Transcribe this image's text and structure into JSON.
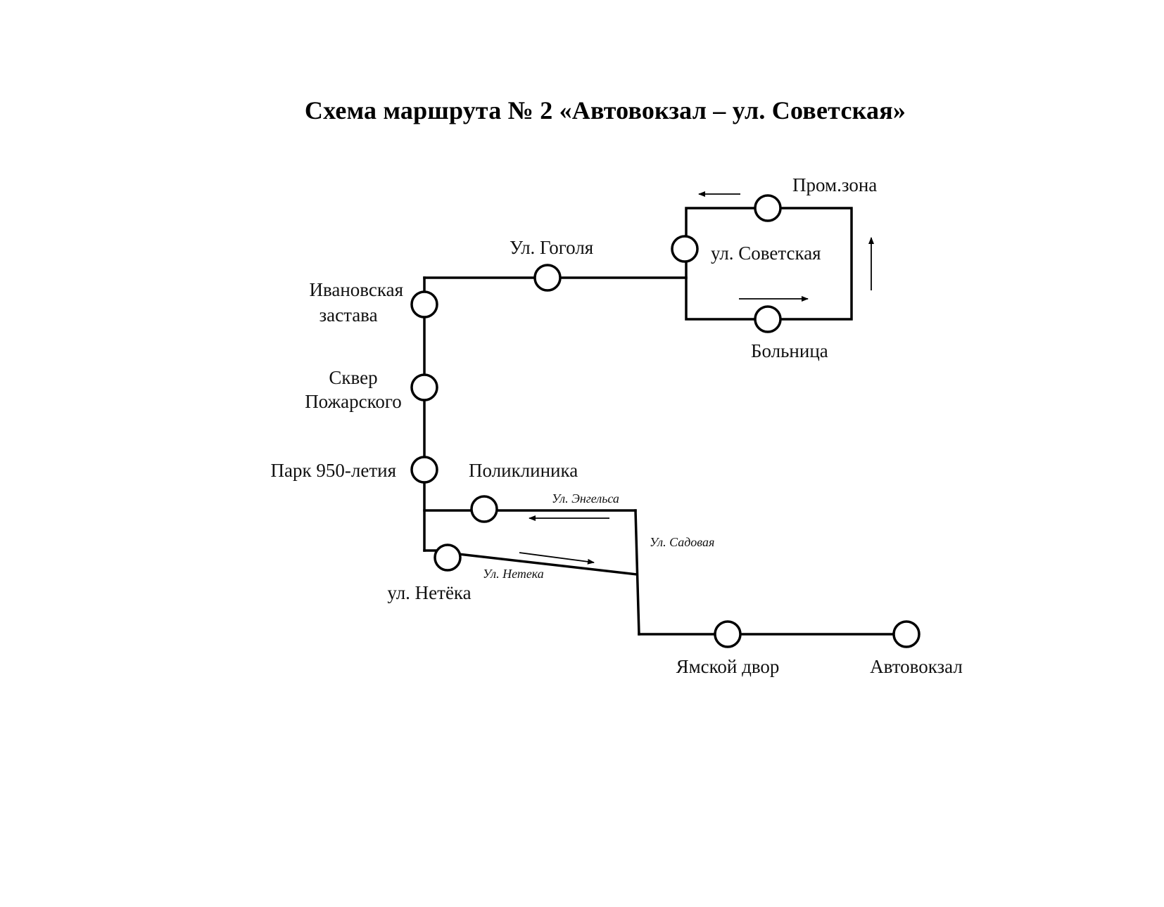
{
  "title": "Схема маршрута № 2 «Автовокзал – ул. Советская»",
  "stops": {
    "prom_zona": "Пром.зона",
    "sovetskaya": "ул. Советская",
    "bolnitsa": "Больница",
    "gogolya": "Ул. Гоголя",
    "ivanovskaya_line1": "Ивановская",
    "ivanovskaya_line2": "застава",
    "skver_line1": "Сквер",
    "skver_line2": "Пожарского",
    "park_950": "Парк 950-летия",
    "poliklinika": "Поликлиника",
    "neteka": "ул. Нетёка",
    "yamskoy_dvor": "Ямской двор",
    "avtovokzal": "Автовокзал"
  },
  "streets": {
    "engelsa": "Ул. Энгельса",
    "sadovaya": "Ул. Садовая",
    "neteka": "Ул. Нетека"
  },
  "colors": {
    "line": "#000000",
    "text": "#111111",
    "background": "#ffffff"
  }
}
